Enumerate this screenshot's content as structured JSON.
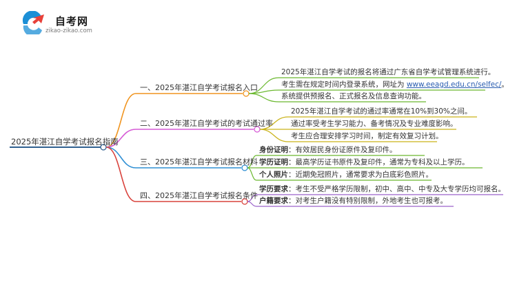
{
  "brand": {
    "name": "自考网",
    "url_text": "zikao-zikao.com",
    "colors": {
      "blue": "#1c8fd6",
      "red": "#e8413a"
    }
  },
  "mindmap": {
    "root": "2025年湛江自学考试报名指南",
    "branches": [
      {
        "label": "一、2025年湛江自学考试报名入口",
        "color": "#f0941f",
        "leaf_color": "#6ab82e",
        "leaves": [
          {
            "text": "2025年湛江自学考试的报名将通过广东省自学考试管理系统进行。"
          },
          {
            "text": "考生需在规定时间内登录系统，网址为 ",
            "link": "www.eeagd.edu.cn/selfec/",
            "suffix": "。"
          },
          {
            "text": "系统提供预报名、正式报名及信息查询功能。"
          }
        ]
      },
      {
        "label": "二、2025年湛江自学考试的考试通过率",
        "color": "#d65ad6",
        "leaf_color": "#c9b217",
        "leaves": [
          {
            "text": "2025年湛江自学考试的通过率通常在10%到30%之间。"
          },
          {
            "text": "通过率受考生学习能力、备考情况及专业难度影响。"
          },
          {
            "text": "考生应合理安排学习时间，制定有效复习计划。"
          }
        ]
      },
      {
        "label": "三、2025年湛江自学考试报名材料",
        "color": "#2f8fd4",
        "leaf_color": "#6ab82e",
        "leaves": [
          {
            "bold": "身份证明",
            "text": "：有效居民身份证原件及复印件。"
          },
          {
            "bold": "学历证明",
            "text": "：最高学历证书原件及复印件，通常为专科及以上学历。"
          },
          {
            "bold": "个人照片",
            "text": "：近期免冠照片，通常要求为白底彩色照片。"
          }
        ]
      },
      {
        "label": "四、2025年湛江自学考试报名条件",
        "color": "#d9423c",
        "leaf_color": "#9a62c9",
        "leaves": [
          {
            "bold": "学历要求",
            "text": "：考生不受严格学历限制，初中、高中、中专及大专学历均可报名。"
          },
          {
            "bold": "户籍要求",
            "text": "：对考生户籍没有特别限制，外地考生也可报考。"
          }
        ]
      }
    ]
  }
}
